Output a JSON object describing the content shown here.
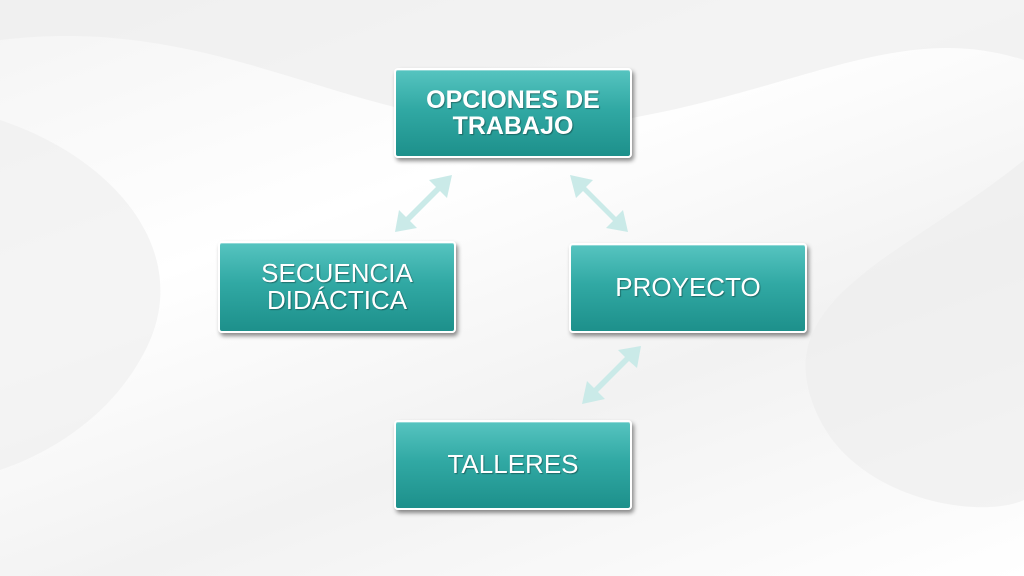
{
  "diagram": {
    "nodes": [
      {
        "id": "opciones",
        "label": "OPCIONES DE TRABAJO"
      },
      {
        "id": "secuencia",
        "label": "SECUENCIA DIDÁCTICA"
      },
      {
        "id": "proyecto",
        "label": "PROYECTO"
      },
      {
        "id": "talleres",
        "label": "TALLERES"
      }
    ],
    "connections": [
      {
        "from": "opciones",
        "to": "secuencia",
        "type": "double-arrow"
      },
      {
        "from": "opciones",
        "to": "proyecto",
        "type": "double-arrow"
      },
      {
        "from": "proyecto",
        "to": "talleres",
        "type": "double-arrow"
      }
    ],
    "colors": {
      "box_fill": "#31a9a4",
      "box_border": "#ffffff",
      "arrow_fill": "#c7e9e7",
      "text": "#ffffff"
    }
  }
}
